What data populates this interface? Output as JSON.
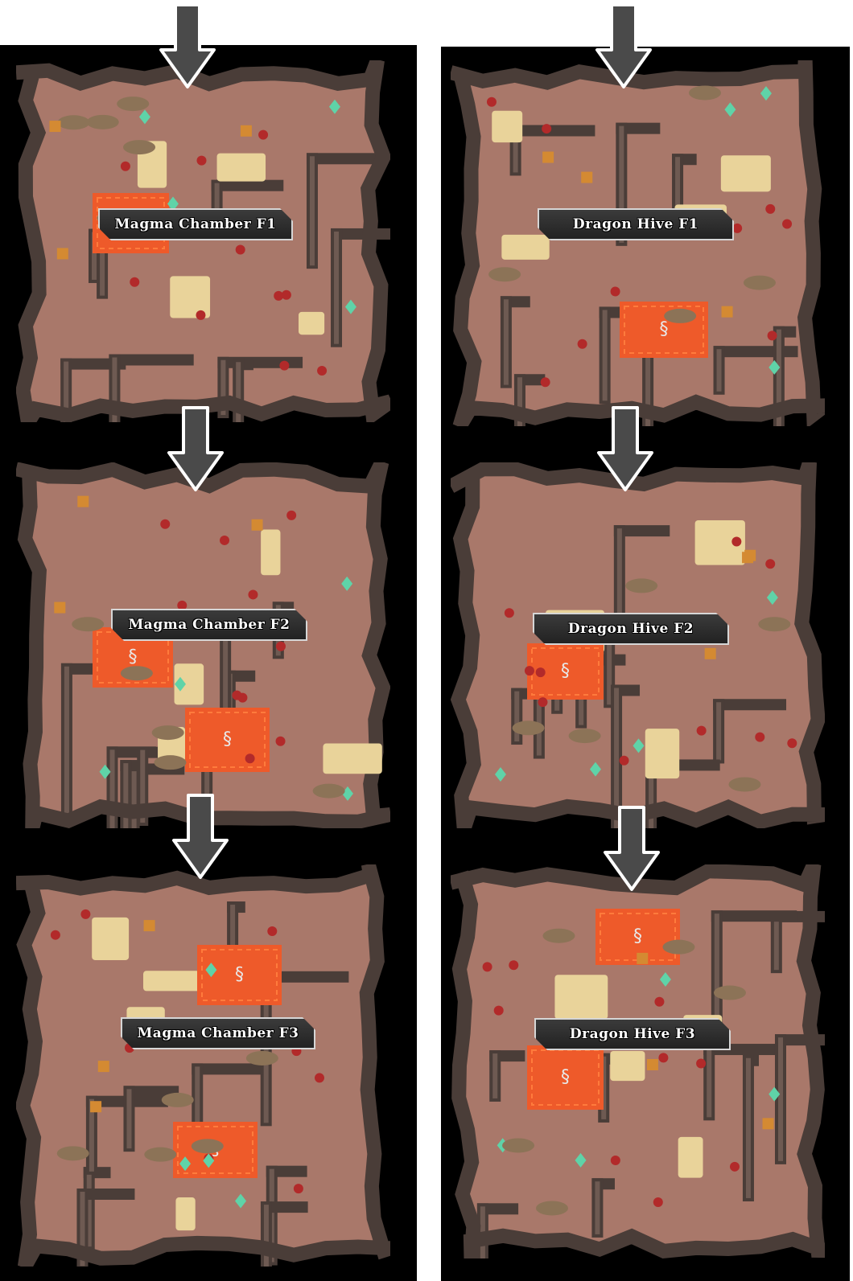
{
  "columns": [
    {
      "name": "magma-chamber",
      "floors": [
        {
          "label": "Magma Chamber F1",
          "lava_pools": 1
        },
        {
          "label": "Magma Chamber F2",
          "lava_pools": 2
        },
        {
          "label": "Magma Chamber F3",
          "lava_pools": 2
        }
      ]
    },
    {
      "name": "dragon-hive",
      "floors": [
        {
          "label": "Dragon Hive F1",
          "lava_pools": 1
        },
        {
          "label": "Dragon Hive F2",
          "lava_pools": 1
        },
        {
          "label": "Dragon Hive F3",
          "lava_pools": 2
        }
      ]
    }
  ],
  "colors": {
    "cave_floor": "#a9786a",
    "cliff": "#4a3d38",
    "cliff_light": "#6e5a52",
    "sand": "#e9d39a",
    "lava": "#ee5a2a",
    "lava_light": "#ff7b3c",
    "arrow": "#4a4a4a",
    "background": "#000000"
  },
  "icons": [
    "down-arrow-icon",
    "steam-vent-icon",
    "boulder-icon",
    "crystal-icon",
    "ladder-icon",
    "signpost-icon"
  ]
}
